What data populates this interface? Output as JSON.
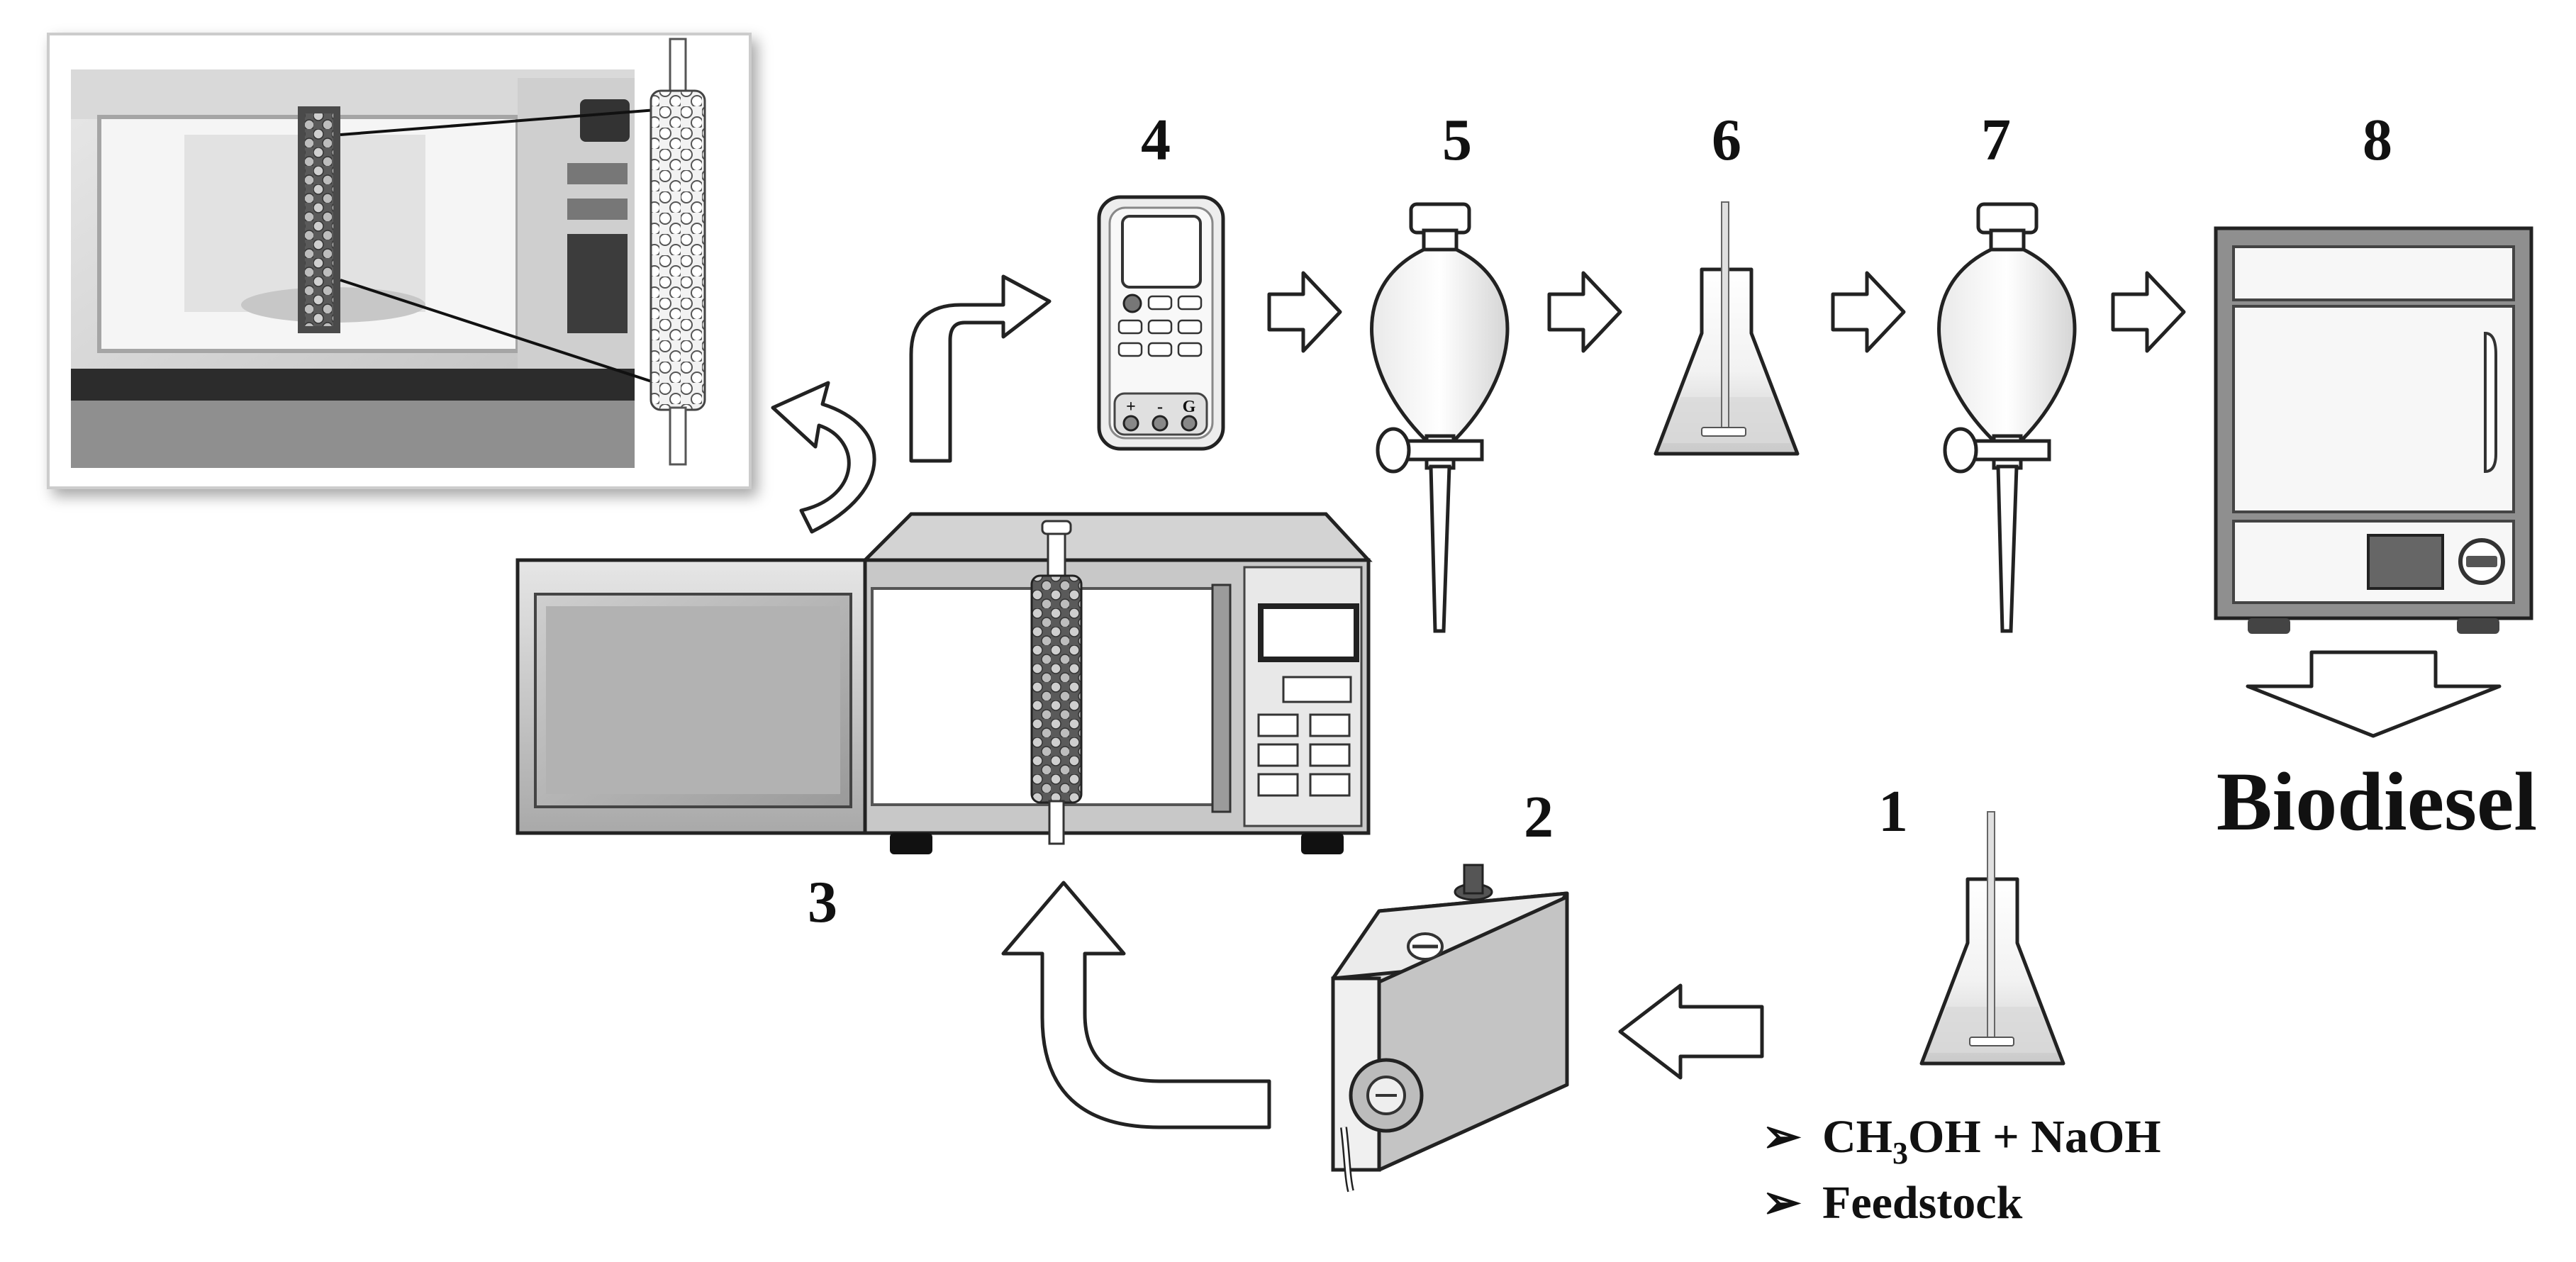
{
  "labels": {
    "step1": "1",
    "step2": "2",
    "step3": "3",
    "step4": "4",
    "step5": "5",
    "step6": "6",
    "step7": "7",
    "step8": "8",
    "product": "Biodiesel"
  },
  "meter_buttons": {
    "plus": "+",
    "minus": "-",
    "ground": "G"
  },
  "inputs": {
    "bullet": "➢",
    "reagent_prefix": "CH",
    "reagent_subscript": "3",
    "reagent_suffix": "OH + NaOH",
    "feedstock": "Feedstock"
  },
  "colors": {
    "line": "#222222",
    "glass": "#f4f4f4",
    "liquid": "#cfcfcf",
    "metal_dark": "#8c8c8c",
    "metal_light": "#d8d8d8"
  }
}
